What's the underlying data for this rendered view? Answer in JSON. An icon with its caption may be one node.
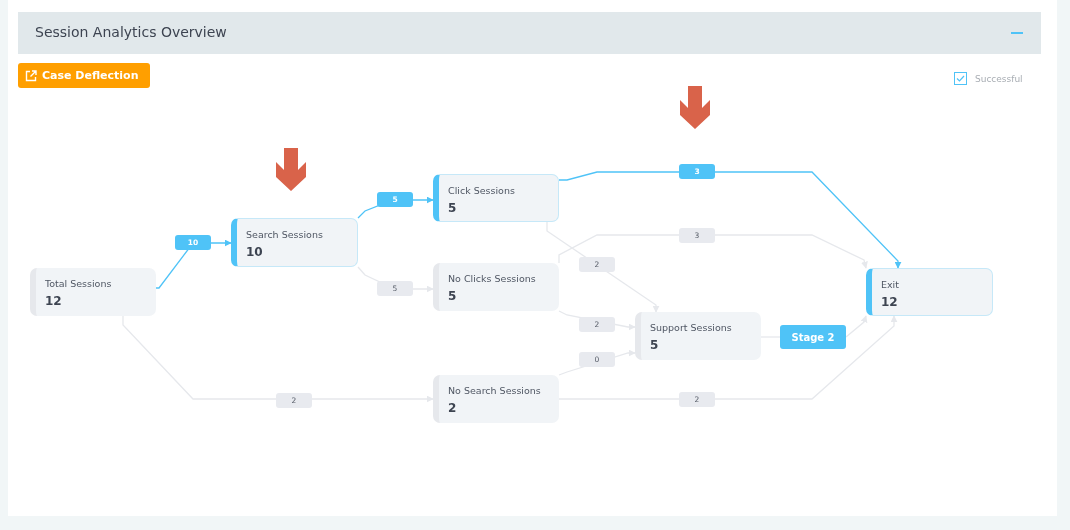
{
  "diagram": {
    "title": "Session Analytics Overview",
    "nodes": [
      {
        "text": [
          "Total Sessions",
          "12"
        ]
      },
      {
        "text": [
          "Search Sessions",
          "10"
        ]
      },
      {
        "text": [
          "Click Sessions",
          "5"
        ]
      },
      {
        "text": [
          "No Clicks Sessions",
          "5"
        ]
      },
      {
        "text": [
          "No Search Sessions",
          "2"
        ]
      },
      {
        "text": [
          "Support Sessions",
          "5"
        ]
      },
      {
        "text": [
          "Exit",
          "12"
        ]
      },
      {
        "text": [
          "Stage 2"
        ]
      }
    ],
    "edges": [
      {
        "from": 0,
        "to": 1,
        "arrow": "to",
        "label": "10",
        "color": "#4fc3f7"
      },
      {
        "from": 1,
        "to": 2,
        "arrow": "to",
        "label": "5",
        "color": "#4fc3f7"
      },
      {
        "from": 1,
        "to": 3,
        "arrow": "to",
        "label": "5"
      },
      {
        "from": 0,
        "to": 4,
        "arrow": "to",
        "label": "2"
      },
      {
        "from": 2,
        "to": 6,
        "arrow": "to",
        "label": "3",
        "color": "#4fc3f7"
      },
      {
        "from": 3,
        "to": 6,
        "arrow": "to",
        "label": "3"
      },
      {
        "from": 2,
        "to": 5,
        "arrow": "to",
        "label": "2"
      },
      {
        "from": 3,
        "to": 5,
        "arrow": "to",
        "label": "2"
      },
      {
        "from": 4,
        "to": 5,
        "arrow": "to",
        "label": "0"
      },
      {
        "from": 4,
        "to": 6,
        "arrow": "to",
        "label": "2"
      },
      {
        "from": 5,
        "to": 7,
        "arrow": "none"
      },
      {
        "from": 7,
        "to": 6,
        "arrow": "to"
      }
    ],
    "labels": [
      "Case Deflection"
    ],
    "legend": [
      {
        "text": "Successful"
      }
    ]
  }
}
